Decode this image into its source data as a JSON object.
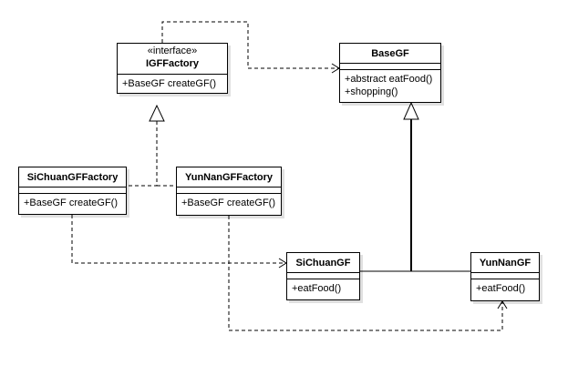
{
  "colors": {
    "line": "#000000",
    "background": "#ffffff"
  },
  "classes": {
    "igf_factory": {
      "stereotype": "«interface»",
      "name": "IGFFactory",
      "operations": [
        "+BaseGF createGF()"
      ]
    },
    "base_gf": {
      "name": "BaseGF",
      "operations": [
        "+abstract eatFood()",
        "+shopping()"
      ]
    },
    "sichuan_factory": {
      "name": "SiChuanGFFactory",
      "operations": [
        "+BaseGF createGF()"
      ]
    },
    "yunnan_factory": {
      "name": "YunNanGFFactory",
      "operations": [
        "+BaseGF createGF()"
      ]
    },
    "sichuan_gf": {
      "name": "SiChuanGF",
      "operations": [
        "+eatFood()"
      ]
    },
    "yunnan_gf": {
      "name": "YunNanGF",
      "operations": [
        "+eatFood()"
      ]
    }
  },
  "relationships": [
    {
      "type": "dependency",
      "from": "IGFFactory",
      "to": "BaseGF"
    },
    {
      "type": "realization",
      "from": "SiChuanGFFactory",
      "to": "IGFFactory"
    },
    {
      "type": "realization",
      "from": "YunNanGFFactory",
      "to": "IGFFactory"
    },
    {
      "type": "generalization",
      "from": "SiChuanGF",
      "to": "BaseGF"
    },
    {
      "type": "generalization",
      "from": "YunNanGF",
      "to": "BaseGF"
    },
    {
      "type": "dependency",
      "from": "SiChuanGFFactory",
      "to": "SiChuanGF"
    },
    {
      "type": "dependency",
      "from": "YunNanGFFactory",
      "to": "YunNanGF"
    }
  ]
}
